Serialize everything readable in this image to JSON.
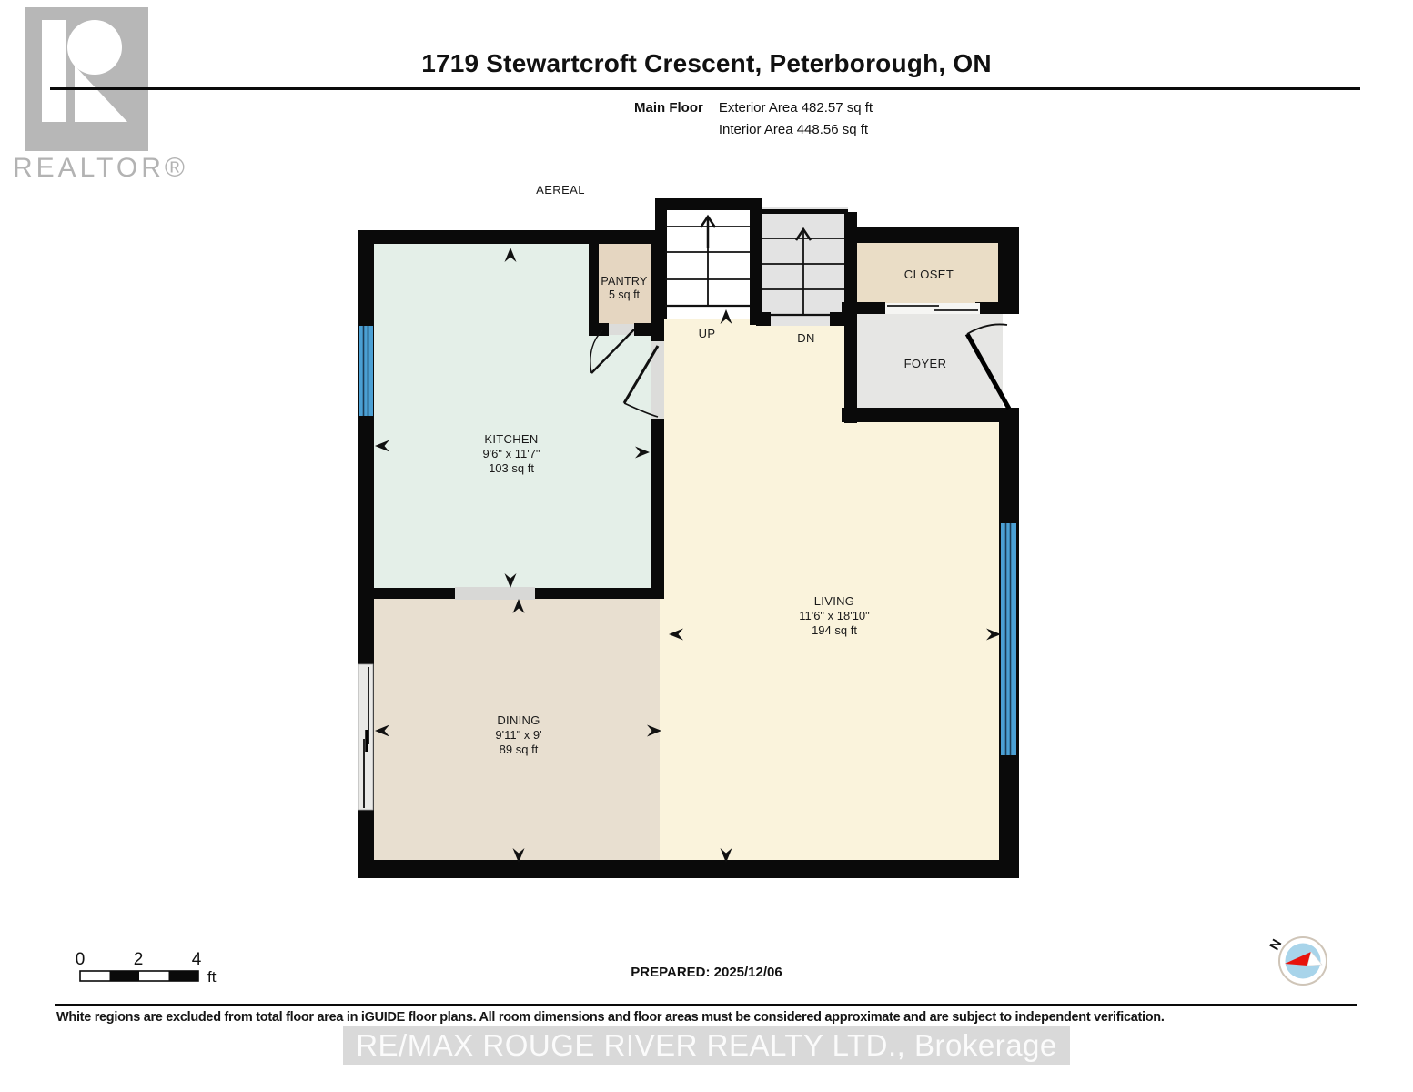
{
  "header": {
    "title": "1719 Stewartcroft Crescent, Peterborough, ON",
    "floor_label": "Main Floor",
    "exterior_area": "Exterior Area 482.57 sq ft",
    "interior_area": "Interior Area 448.56 sq ft"
  },
  "logo": {
    "realtor_text": "REALTOR®"
  },
  "plan": {
    "aereal_label": "AEREAL",
    "stairs": {
      "up_label": "UP",
      "dn_label": "DN"
    },
    "rooms": [
      {
        "key": "kitchen",
        "name": "KITCHEN",
        "dims": "9'6\" x 11'7\"",
        "area": "103 sq ft"
      },
      {
        "key": "dining",
        "name": "DINING",
        "dims": "9'11\" x 9'",
        "area": "89 sq ft"
      },
      {
        "key": "living",
        "name": "LIVING",
        "dims": "11'6\" x 18'10\"",
        "area": "194 sq ft"
      },
      {
        "key": "pantry",
        "name": "PANTRY",
        "area": "5 sq ft"
      },
      {
        "key": "closet",
        "name": "CLOSET"
      },
      {
        "key": "foyer",
        "name": "FOYER"
      }
    ],
    "colors": {
      "kitchen": "#e4efe8",
      "dining": "#e8dfd0",
      "living": "#faf3dc",
      "pantry": "#e5d6c1",
      "closet": "#eaddc6",
      "foyer": "#e6e6e4",
      "stair_up": "#ffffff",
      "stair_dn": "#e3e3e3",
      "window": "#4ba0d4",
      "wall": "#0a0a0a"
    }
  },
  "scale_bar": {
    "ticks": [
      "0",
      "2",
      "4"
    ],
    "unit": "ft"
  },
  "compass": {
    "north_label": "N"
  },
  "footer": {
    "prepared": "PREPARED: 2025/12/06",
    "disclaimer": "White regions are excluded from total floor area in iGUIDE floor plans. All room dimensions and floor areas must be considered approximate and are subject to independent verification.",
    "watermark": "RE/MAX ROUGE RIVER REALTY LTD., Brokerage"
  }
}
